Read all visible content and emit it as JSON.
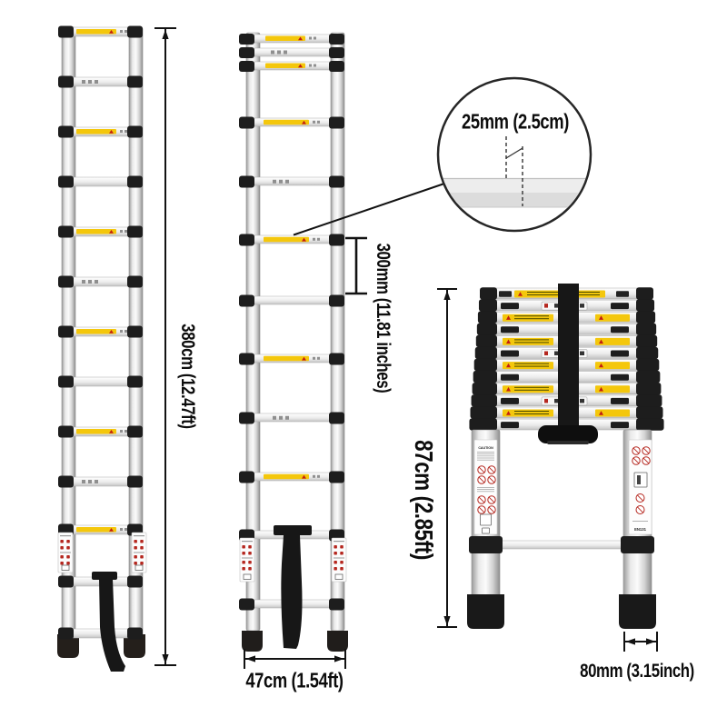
{
  "canvas": {
    "background": "#ffffff"
  },
  "views": {
    "extended": {
      "height_label": "380cm (12.47ft)",
      "rung_count": 13,
      "rung_stickers": [
        "yellow",
        "marks",
        "yellow",
        "plain",
        "yellow",
        "marks",
        "yellow",
        "plain",
        "yellow",
        "marks",
        "yellow",
        "plain",
        "plain"
      ]
    },
    "partial": {
      "width_label": "47cm (1.54ft)",
      "rung_spacing_label": "300mm (11.81 inches)",
      "top_stack_stickers": [
        "yellow",
        "marks",
        "yellow"
      ],
      "rung_stickers": [
        "yellow",
        "marks",
        "yellow",
        "plain",
        "yellow",
        "marks",
        "yellow",
        "plain",
        "plain"
      ]
    },
    "callout": {
      "tube_size_label": "25mm (2.5cm)"
    },
    "collapsed": {
      "height_label": "87cm (2.85ft)",
      "foot_width_label": "80mm (3.15inch)",
      "caution_text": "CAUTION",
      "standard_text": "EN131",
      "row_count": 12,
      "row_pattern": [
        "yellow-wide",
        "slots-picto",
        "yellow-pair",
        "slots",
        "yellow-pair",
        "slots-picto",
        "yellow-pair",
        "slots",
        "yellow-pair",
        "slots-picto",
        "yellow-pair",
        "slots"
      ]
    }
  },
  "colors": {
    "sticker_yellow": "#f4c70c",
    "warning_red": "#c21d12",
    "cap_black": "#1d1d1d",
    "strap_black": "#171717",
    "foot_dark": "#241f1b",
    "dimension_ink": "#121212",
    "aluminum_edge": "#8c8c8c"
  }
}
